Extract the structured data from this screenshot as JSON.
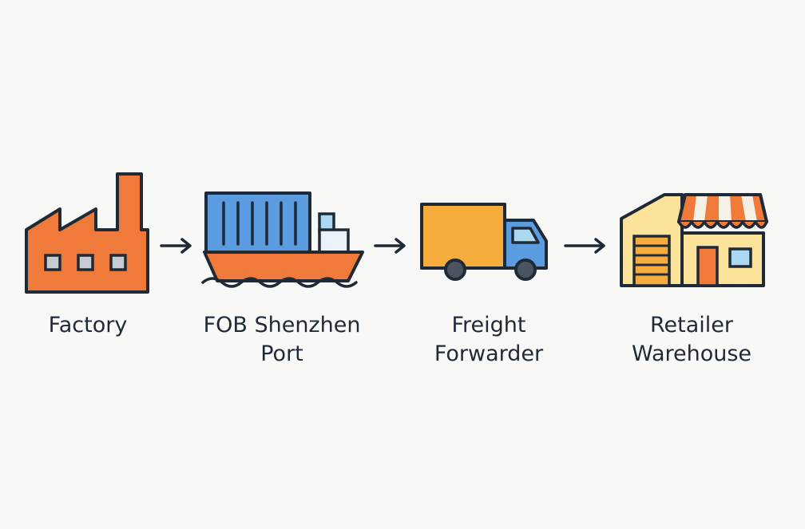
{
  "stages": [
    {
      "id": "factory",
      "icon": "factory-icon",
      "lines": [
        "Factory"
      ]
    },
    {
      "id": "port",
      "icon": "cargo-ship-icon",
      "lines": [
        "FOB Shenzhen",
        "Port"
      ]
    },
    {
      "id": "forwarder",
      "icon": "delivery-truck-icon",
      "lines": [
        "Freight",
        "Forwarder"
      ]
    },
    {
      "id": "warehouse",
      "icon": "storefront-warehouse-icon",
      "lines": [
        "Retailer",
        "Warehouse"
      ]
    }
  ],
  "colors": {
    "outline": "#1f2a36",
    "orange": "#f07a3a",
    "blue": "#5b9be0",
    "amber": "#f7ad3d",
    "cream": "#fbe39a",
    "light_blue": "#a9d8f0",
    "window": "#c8ccd0",
    "background": "#f8f8f6"
  }
}
